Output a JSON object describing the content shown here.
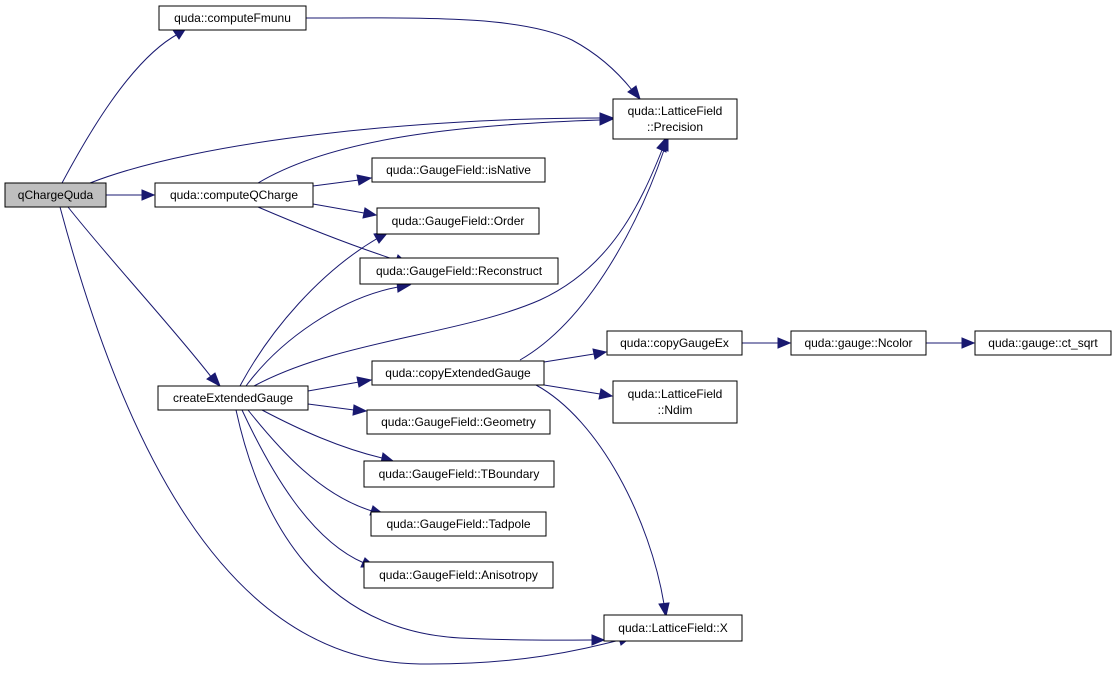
{
  "nodes": {
    "qChargeQuda": "qChargeQuda",
    "computeFmunu": "quda::computeFmunu",
    "computeQCharge": "quda::computeQCharge",
    "createExtendedGauge": "createExtendedGauge",
    "precision": [
      "quda::LatticeField",
      "::Precision"
    ],
    "isNative": "quda::GaugeField::isNative",
    "order": "quda::GaugeField::Order",
    "reconstruct": "quda::GaugeField::Reconstruct",
    "copyExtendedGauge": "quda::copyExtendedGauge",
    "geometry": "quda::GaugeField::Geometry",
    "tBoundary": "quda::GaugeField::TBoundary",
    "tadpole": "quda::GaugeField::Tadpole",
    "anisotropy": "quda::GaugeField::Anisotropy",
    "latticeX": "quda::LatticeField::X",
    "copyGaugeEx": "quda::copyGaugeEx",
    "ndim": [
      "quda::LatticeField",
      "::Ndim"
    ],
    "ncolor": "quda::gauge::Ncolor",
    "ctSqrt": "quda::gauge::ct_sqrt"
  },
  "colors": {
    "edge": "#191970",
    "root_fill": "#bfbfbf",
    "node_fill": "#ffffff",
    "node_stroke": "#000000"
  }
}
